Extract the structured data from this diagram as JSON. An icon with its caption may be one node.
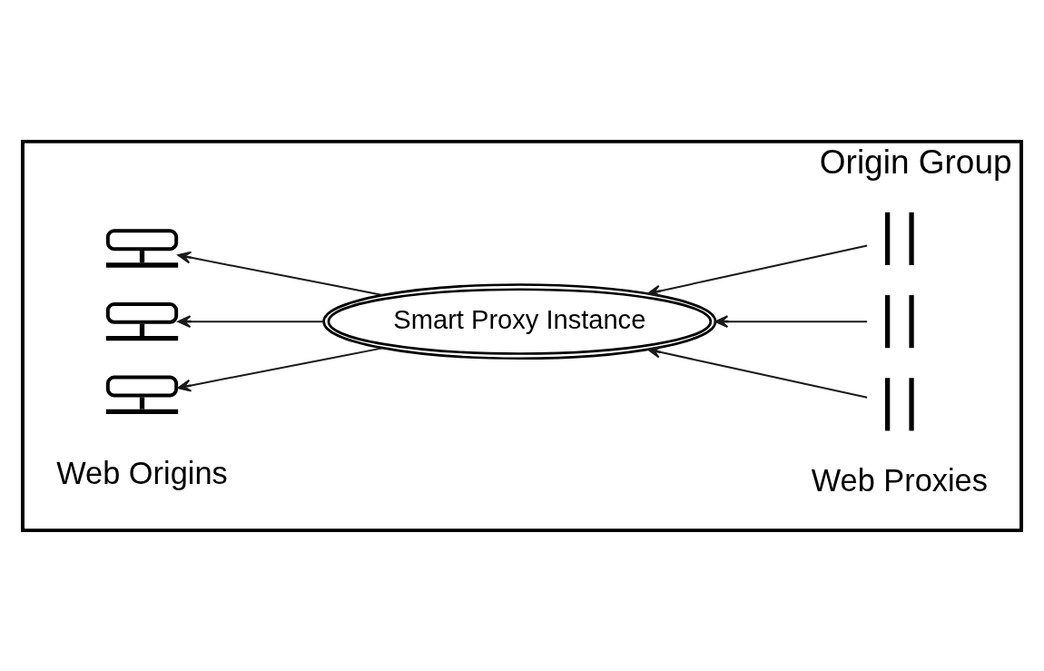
{
  "diagram": {
    "nodes": [
      {
        "text": [
          "Origin Group"
        ]
      },
      {
        "text": [],
        "shape": "picture",
        "in": 0
      },
      {
        "text": [],
        "shape": "picture",
        "in": 0
      },
      {
        "text": [],
        "shape": "picture",
        "in": 0
      },
      {
        "text": [
          "Smart Proxy Instance"
        ],
        "in": 0
      },
      {
        "text": [],
        "shape": "picture",
        "in": 0
      },
      {
        "text": [],
        "shape": "picture",
        "in": 0
      },
      {
        "text": [],
        "shape": "picture",
        "in": 0
      }
    ],
    "edges": [
      {
        "from": 5,
        "to": 4,
        "arrow": "to"
      },
      {
        "from": 6,
        "to": 4,
        "arrow": "to"
      },
      {
        "from": 7,
        "to": 4,
        "arrow": "to"
      },
      {
        "from": 4,
        "to": 1,
        "arrow": "to"
      },
      {
        "from": 4,
        "to": 2,
        "arrow": "to"
      },
      {
        "from": 4,
        "to": 3,
        "arrow": "to"
      }
    ],
    "labels": [
      "Web Origins",
      "Web Proxies"
    ]
  }
}
